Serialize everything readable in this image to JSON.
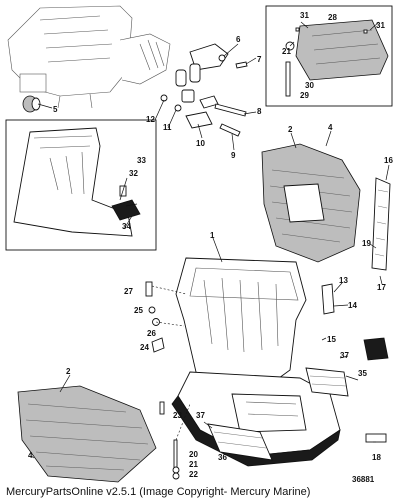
{
  "drawing_number": "36881",
  "footer_text": "MercuryPartsOnline v2.5.1 (Image Copyright- Mercury Marine)",
  "callouts": [
    "1",
    "2",
    "2",
    "4",
    "4",
    "5",
    "6",
    "7",
    "8",
    "9",
    "10",
    "11",
    "12",
    "13",
    "14",
    "15",
    "16",
    "17",
    "18",
    "19",
    "20",
    "21",
    "21",
    "22",
    "23",
    "24",
    "25",
    "26",
    "27",
    "28",
    "29",
    "30",
    "31",
    "31",
    "32",
    "33",
    "34",
    "35",
    "36",
    "37",
    "37"
  ]
}
